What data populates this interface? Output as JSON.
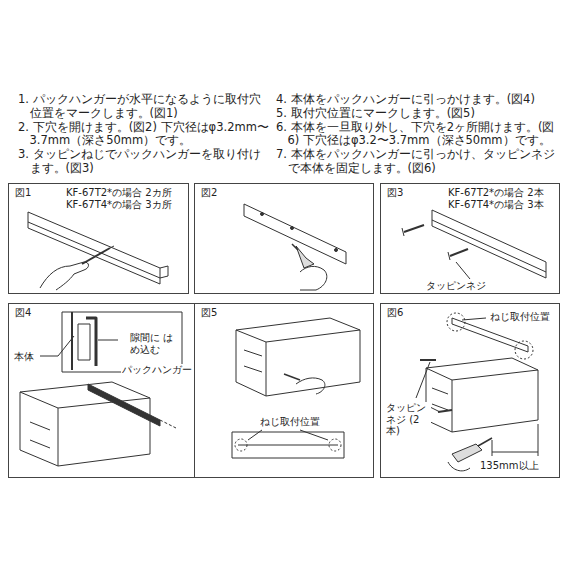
{
  "diagram": {
    "nodes": [
      {
        "text": [
          "図1",
          "KF-67T2*の場合 2カ所",
          "KF-67T4*の場合 3カ所"
        ]
      },
      {
        "text": [
          "図2"
        ]
      },
      {
        "text": [
          "図3",
          "KF-67T2*の場合 2本",
          "KF-67T4*の場合 3本",
          "タッピンネジ"
        ]
      },
      {
        "text": [
          "図4",
          "本体",
          "隙間に はめ込む",
          "パックハンガー"
        ]
      },
      {
        "text": [
          "図5",
          "ねじ取付位置"
        ]
      },
      {
        "text": [
          "図6",
          "ねじ取付位置",
          "タッピンネジ (2本)",
          "135mm以上"
        ]
      }
    ],
    "edges": [],
    "labels": [
      "1. パックハンガーが水平になるように取付穴位置をマークします。(図1)",
      "2. 下穴を開けます。(図2) 下穴径はφ3.2mm〜3.7mm（深さ50mm）です。",
      "3. タッピンねじでパックハンガーを取り付けます。(図3)",
      "4. 本体をパックハンガーに引っかけます。(図4)",
      "5. 取付穴位置にマークします。(図5)",
      "6. 本体を一旦取り外し、下穴を2ヶ所開けます。(図6) 下穴径はφ3.2〜3.7mm（深さ50mm）です。",
      "7. 本体をパックハンガーに引っかけ、タッピンネジで本体を固定します。(図6)"
    ]
  }
}
